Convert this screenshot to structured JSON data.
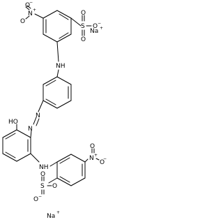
{
  "molecule": {
    "atoms": {
      "no2_top": {
        "o_left": "O",
        "n": "N",
        "n_charge": "+",
        "o_right": "O",
        "o_charge": "−"
      },
      "so3_top": {
        "s": "S",
        "o_top": "O",
        "o_right": "O",
        "o_bottom": "O",
        "o_charge": "−"
      },
      "na_top": {
        "symbol": "Na",
        "charge": "+"
      },
      "nh_top": "NH",
      "azo_n1": "N",
      "azo_n2": "N",
      "ho": "HO",
      "nh_bottom": "NH",
      "no2_bottom": {
        "n": "N",
        "n_charge": "+",
        "o_top": "O",
        "o_right": "O",
        "o_charge": "−"
      },
      "so3_bottom": {
        "s": "S",
        "o_top": "O",
        "o_right": "O",
        "o_bottom": "O",
        "o_charge": "−"
      },
      "na_bottom": {
        "symbol": "Na",
        "charge": "+"
      }
    },
    "colors": {
      "ink": "#000000",
      "background": "#ffffff"
    }
  }
}
